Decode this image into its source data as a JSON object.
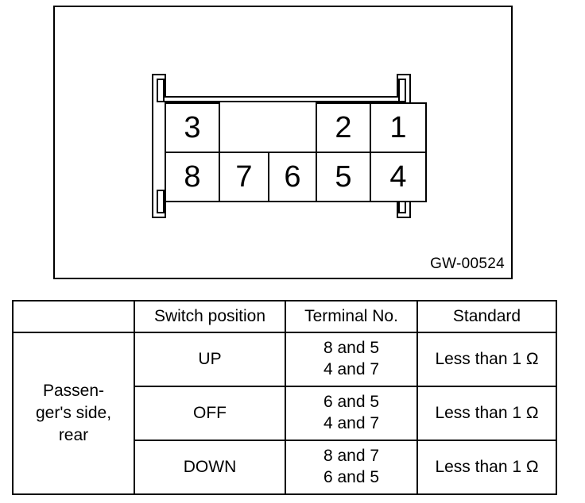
{
  "diagram": {
    "code_label": "GW-00524",
    "connector": {
      "top_row": [
        {
          "id": "3",
          "label": "3"
        },
        {
          "id": "2",
          "label": "2"
        },
        {
          "id": "1",
          "label": "1"
        }
      ],
      "bottom_row": [
        {
          "id": "8",
          "label": "8"
        },
        {
          "id": "7",
          "label": "7"
        },
        {
          "id": "6",
          "label": "6"
        },
        {
          "id": "5",
          "label": "5"
        },
        {
          "id": "4",
          "label": "4"
        }
      ]
    }
  },
  "table": {
    "headers": {
      "item": "",
      "position": "Switch position",
      "terminal": "Terminal No.",
      "standard": "Standard"
    },
    "item_label": "Passen-\nger's side,\nrear",
    "item_label_lines": [
      "Passen-",
      "ger's side,",
      "rear"
    ],
    "rows": [
      {
        "position": "UP",
        "terminal_line1": "8 and 5",
        "terminal_line2": "4 and 7",
        "standard": "Less than 1 Ω"
      },
      {
        "position": "OFF",
        "terminal_line1": "6 and 5",
        "terminal_line2": "4 and 7",
        "standard": "Less than 1 Ω"
      },
      {
        "position": "DOWN",
        "terminal_line1": "8 and 7",
        "terminal_line2": "6 and 5",
        "standard": "Less than 1 Ω"
      }
    ]
  },
  "colors": {
    "ink": "#000000",
    "paper": "#ffffff"
  }
}
